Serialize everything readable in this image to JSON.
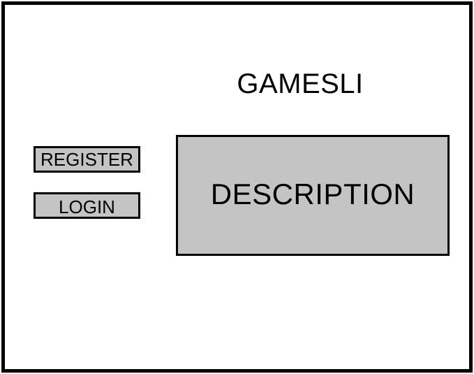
{
  "header": {
    "title": "GAMESLI"
  },
  "auth": {
    "register_label": "REGISTER",
    "login_label": "LOGIN"
  },
  "main": {
    "description_text": "DESCRIPTION"
  },
  "colors": {
    "background": "#ffffff",
    "border": "#000000",
    "panel_fill": "#c4c4c4"
  }
}
